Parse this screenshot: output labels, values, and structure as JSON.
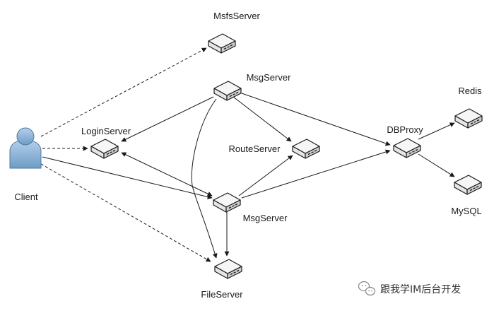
{
  "diagram": {
    "nodes": {
      "client": {
        "label": "Client",
        "icon": "user-icon"
      },
      "msfs_server": {
        "label": "MsfsServer",
        "icon": "server-icon"
      },
      "msg_server_top": {
        "label": "MsgServer",
        "icon": "server-icon"
      },
      "login_server": {
        "label": "LoginServer",
        "icon": "server-icon"
      },
      "route_server": {
        "label": "RouteServer",
        "icon": "server-icon"
      },
      "msg_server_mid": {
        "label": "MsgServer",
        "icon": "server-icon"
      },
      "file_server": {
        "label": "FileServer",
        "icon": "server-icon"
      },
      "db_proxy": {
        "label": "DBProxy",
        "icon": "server-icon"
      },
      "redis": {
        "label": "Redis",
        "icon": "server-icon"
      },
      "mysql": {
        "label": "MySQL",
        "icon": "server-icon"
      }
    },
    "edges": [
      {
        "from": "client",
        "to": "msfs_server",
        "style": "dashed"
      },
      {
        "from": "client",
        "to": "login_server",
        "style": "dashed"
      },
      {
        "from": "client",
        "to": "msg_server_mid",
        "style": "solid"
      },
      {
        "from": "client",
        "to": "file_server",
        "style": "dashed"
      },
      {
        "from": "msg_server_top",
        "to": "login_server",
        "style": "solid"
      },
      {
        "from": "msg_server_top",
        "to": "route_server",
        "style": "solid"
      },
      {
        "from": "msg_server_top",
        "to": "db_proxy",
        "style": "solid"
      },
      {
        "from": "msg_server_top",
        "to": "file_server",
        "style": "solid"
      },
      {
        "from": "msg_server_mid",
        "to": "login_server",
        "style": "solid"
      },
      {
        "from": "msg_server_mid",
        "to": "route_server",
        "style": "solid"
      },
      {
        "from": "msg_server_mid",
        "to": "db_proxy",
        "style": "solid"
      },
      {
        "from": "msg_server_mid",
        "to": "file_server",
        "style": "solid"
      },
      {
        "from": "db_proxy",
        "to": "redis",
        "style": "solid"
      },
      {
        "from": "db_proxy",
        "to": "mysql",
        "style": "solid"
      }
    ]
  },
  "watermark": {
    "text": "跟我学IM后台开发",
    "icon": "wechat-icon"
  },
  "colors": {
    "line": "#1a1a1a",
    "server_top": "#f4f4f4",
    "server_side": "#d9d9d9",
    "user_fill": "#8fb4d6"
  }
}
